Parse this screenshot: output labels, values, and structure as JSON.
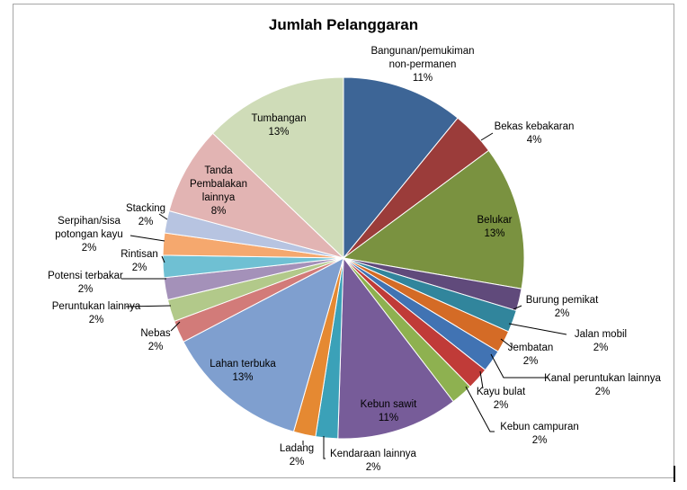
{
  "chart_data": {
    "type": "pie",
    "title": "Jumlah Pelanggaran",
    "slices": [
      {
        "label": [
          "Bangunan/pemukiman",
          "non-permanen"
        ],
        "pct": "11%",
        "value": 11,
        "color": "#3d6596"
      },
      {
        "label": [
          "Bekas kebakaran"
        ],
        "pct": "4%",
        "value": 4,
        "color": "#9b3c3a"
      },
      {
        "label": [
          "Belukar"
        ],
        "pct": "13%",
        "value": 13,
        "color": "#7a9240"
      },
      {
        "label": [
          "Burung pemikat"
        ],
        "pct": "2%",
        "value": 2,
        "color": "#604a7b"
      },
      {
        "label": [
          "Jalan mobil"
        ],
        "pct": "2%",
        "value": 2,
        "color": "#31859c"
      },
      {
        "label": [
          "Jembatan"
        ],
        "pct": "2%",
        "value": 2,
        "color": "#d46b26"
      },
      {
        "label": [
          "Kanal peruntukan lainnya"
        ],
        "pct": "2%",
        "value": 2,
        "color": "#4173b3"
      },
      {
        "label": [
          "Kayu bulat"
        ],
        "pct": "2%",
        "value": 2,
        "color": "#c03b38"
      },
      {
        "label": [
          "Kebun campuran"
        ],
        "pct": "2%",
        "value": 2,
        "color": "#8eb150"
      },
      {
        "label": [
          "Kebun sawit"
        ],
        "pct": "11%",
        "value": 11,
        "color": "#775c99"
      },
      {
        "label": [
          "Kendaraan lainnya"
        ],
        "pct": "2%",
        "value": 2,
        "color": "#3ba1b8"
      },
      {
        "label": [
          "Ladang"
        ],
        "pct": "2%",
        "value": 2,
        "color": "#e58932"
      },
      {
        "label": [
          "Lahan terbuka"
        ],
        "pct": "13%",
        "value": 13,
        "color": "#7f9fcf"
      },
      {
        "label": [
          "Nebas"
        ],
        "pct": "2%",
        "value": 2,
        "color": "#d27b79"
      },
      {
        "label": [
          "Peruntukan lainnya"
        ],
        "pct": "2%",
        "value": 2,
        "color": "#b2c98a"
      },
      {
        "label": [
          "Potensi terbakar"
        ],
        "pct": "2%",
        "value": 2,
        "color": "#a491b9"
      },
      {
        "label": [
          "Rintisan"
        ],
        "pct": "2%",
        "value": 2,
        "color": "#6fc0d3"
      },
      {
        "label": [
          "Serpihan/sisa",
          "potongan kayu"
        ],
        "pct": "2%",
        "value": 2,
        "color": "#f5a86e"
      },
      {
        "label": [
          "Stacking"
        ],
        "pct": "2%",
        "value": 2,
        "color": "#b7c4e1"
      },
      {
        "label": [
          "Tanda",
          "Pembalakan",
          "lainnya"
        ],
        "pct": "8%",
        "value": 8,
        "color": "#e2b4b3"
      },
      {
        "label": [
          "Tumbangan"
        ],
        "pct": "13%",
        "value": 13,
        "color": "#cfdcb8"
      }
    ]
  }
}
